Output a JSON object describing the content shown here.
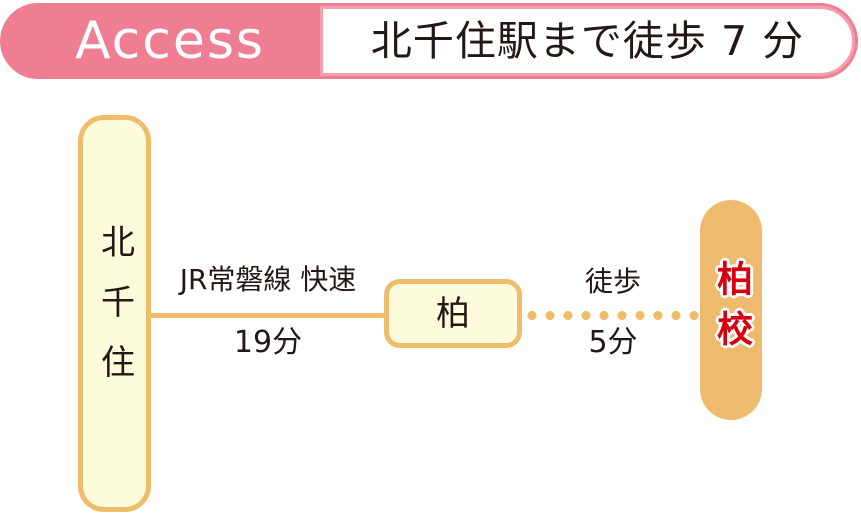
{
  "header": {
    "badge_label": "Access",
    "subtitle": "北千住駅まで徒歩 7 分",
    "pink_color": "#f07e93",
    "border_color": "#f2a0ae"
  },
  "route": {
    "origin": {
      "name": "北千住"
    },
    "leg_train": {
      "mode": "JR常磐線 快速",
      "duration": "19分",
      "line_style": "solid",
      "line_color": "#efbc6c"
    },
    "transfer": {
      "name": "柏"
    },
    "leg_walk": {
      "mode": "徒歩",
      "duration": "5分",
      "line_style": "dotted",
      "line_color": "#efbc6c"
    },
    "destination": {
      "name": "柏校",
      "fill_color": "#edba6e",
      "text_color": "#d7000f"
    }
  }
}
